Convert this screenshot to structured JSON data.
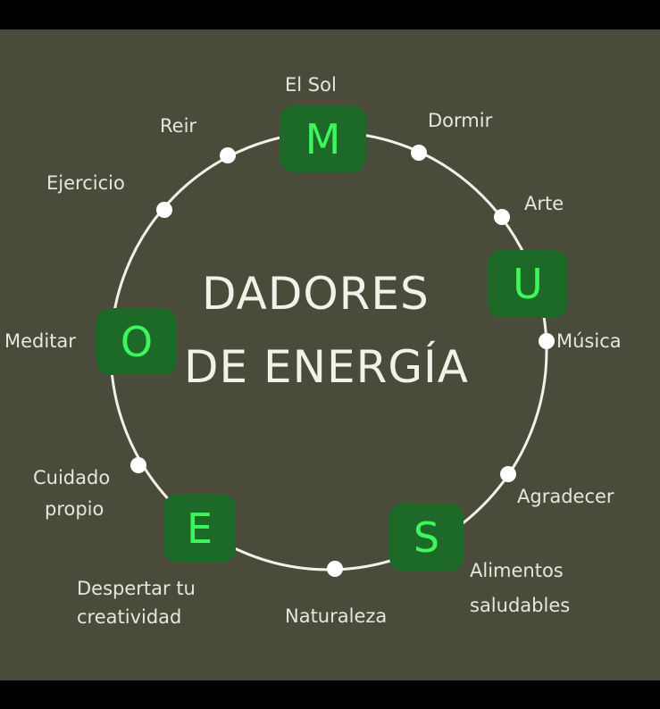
{
  "title": {
    "line1": "DADORES",
    "line2": "DE ENERGÍA"
  },
  "labels": {
    "sol": "El Sol",
    "reir": "Reir",
    "dormir": "Dormir",
    "ejercicio": "Ejercicio",
    "arte": "Arte",
    "meditar": "Meditar",
    "musica": "Música",
    "cuidado1": "Cuidado",
    "cuidado2": "propio",
    "agradecer": "Agradecer",
    "alimentos1": "Alimentos",
    "alimentos2": "saludables",
    "despertar1": "Despertar tu",
    "despertar2": "creatividad",
    "naturaleza": "Naturaleza"
  },
  "letters": {
    "m": "M",
    "u": "U",
    "o": "O",
    "e": "E",
    "s": "S"
  },
  "colors": {
    "background": "#4b4b3b",
    "box": "#1d6a28",
    "letter": "#3ef65c",
    "ring": "#f2f2ea"
  }
}
